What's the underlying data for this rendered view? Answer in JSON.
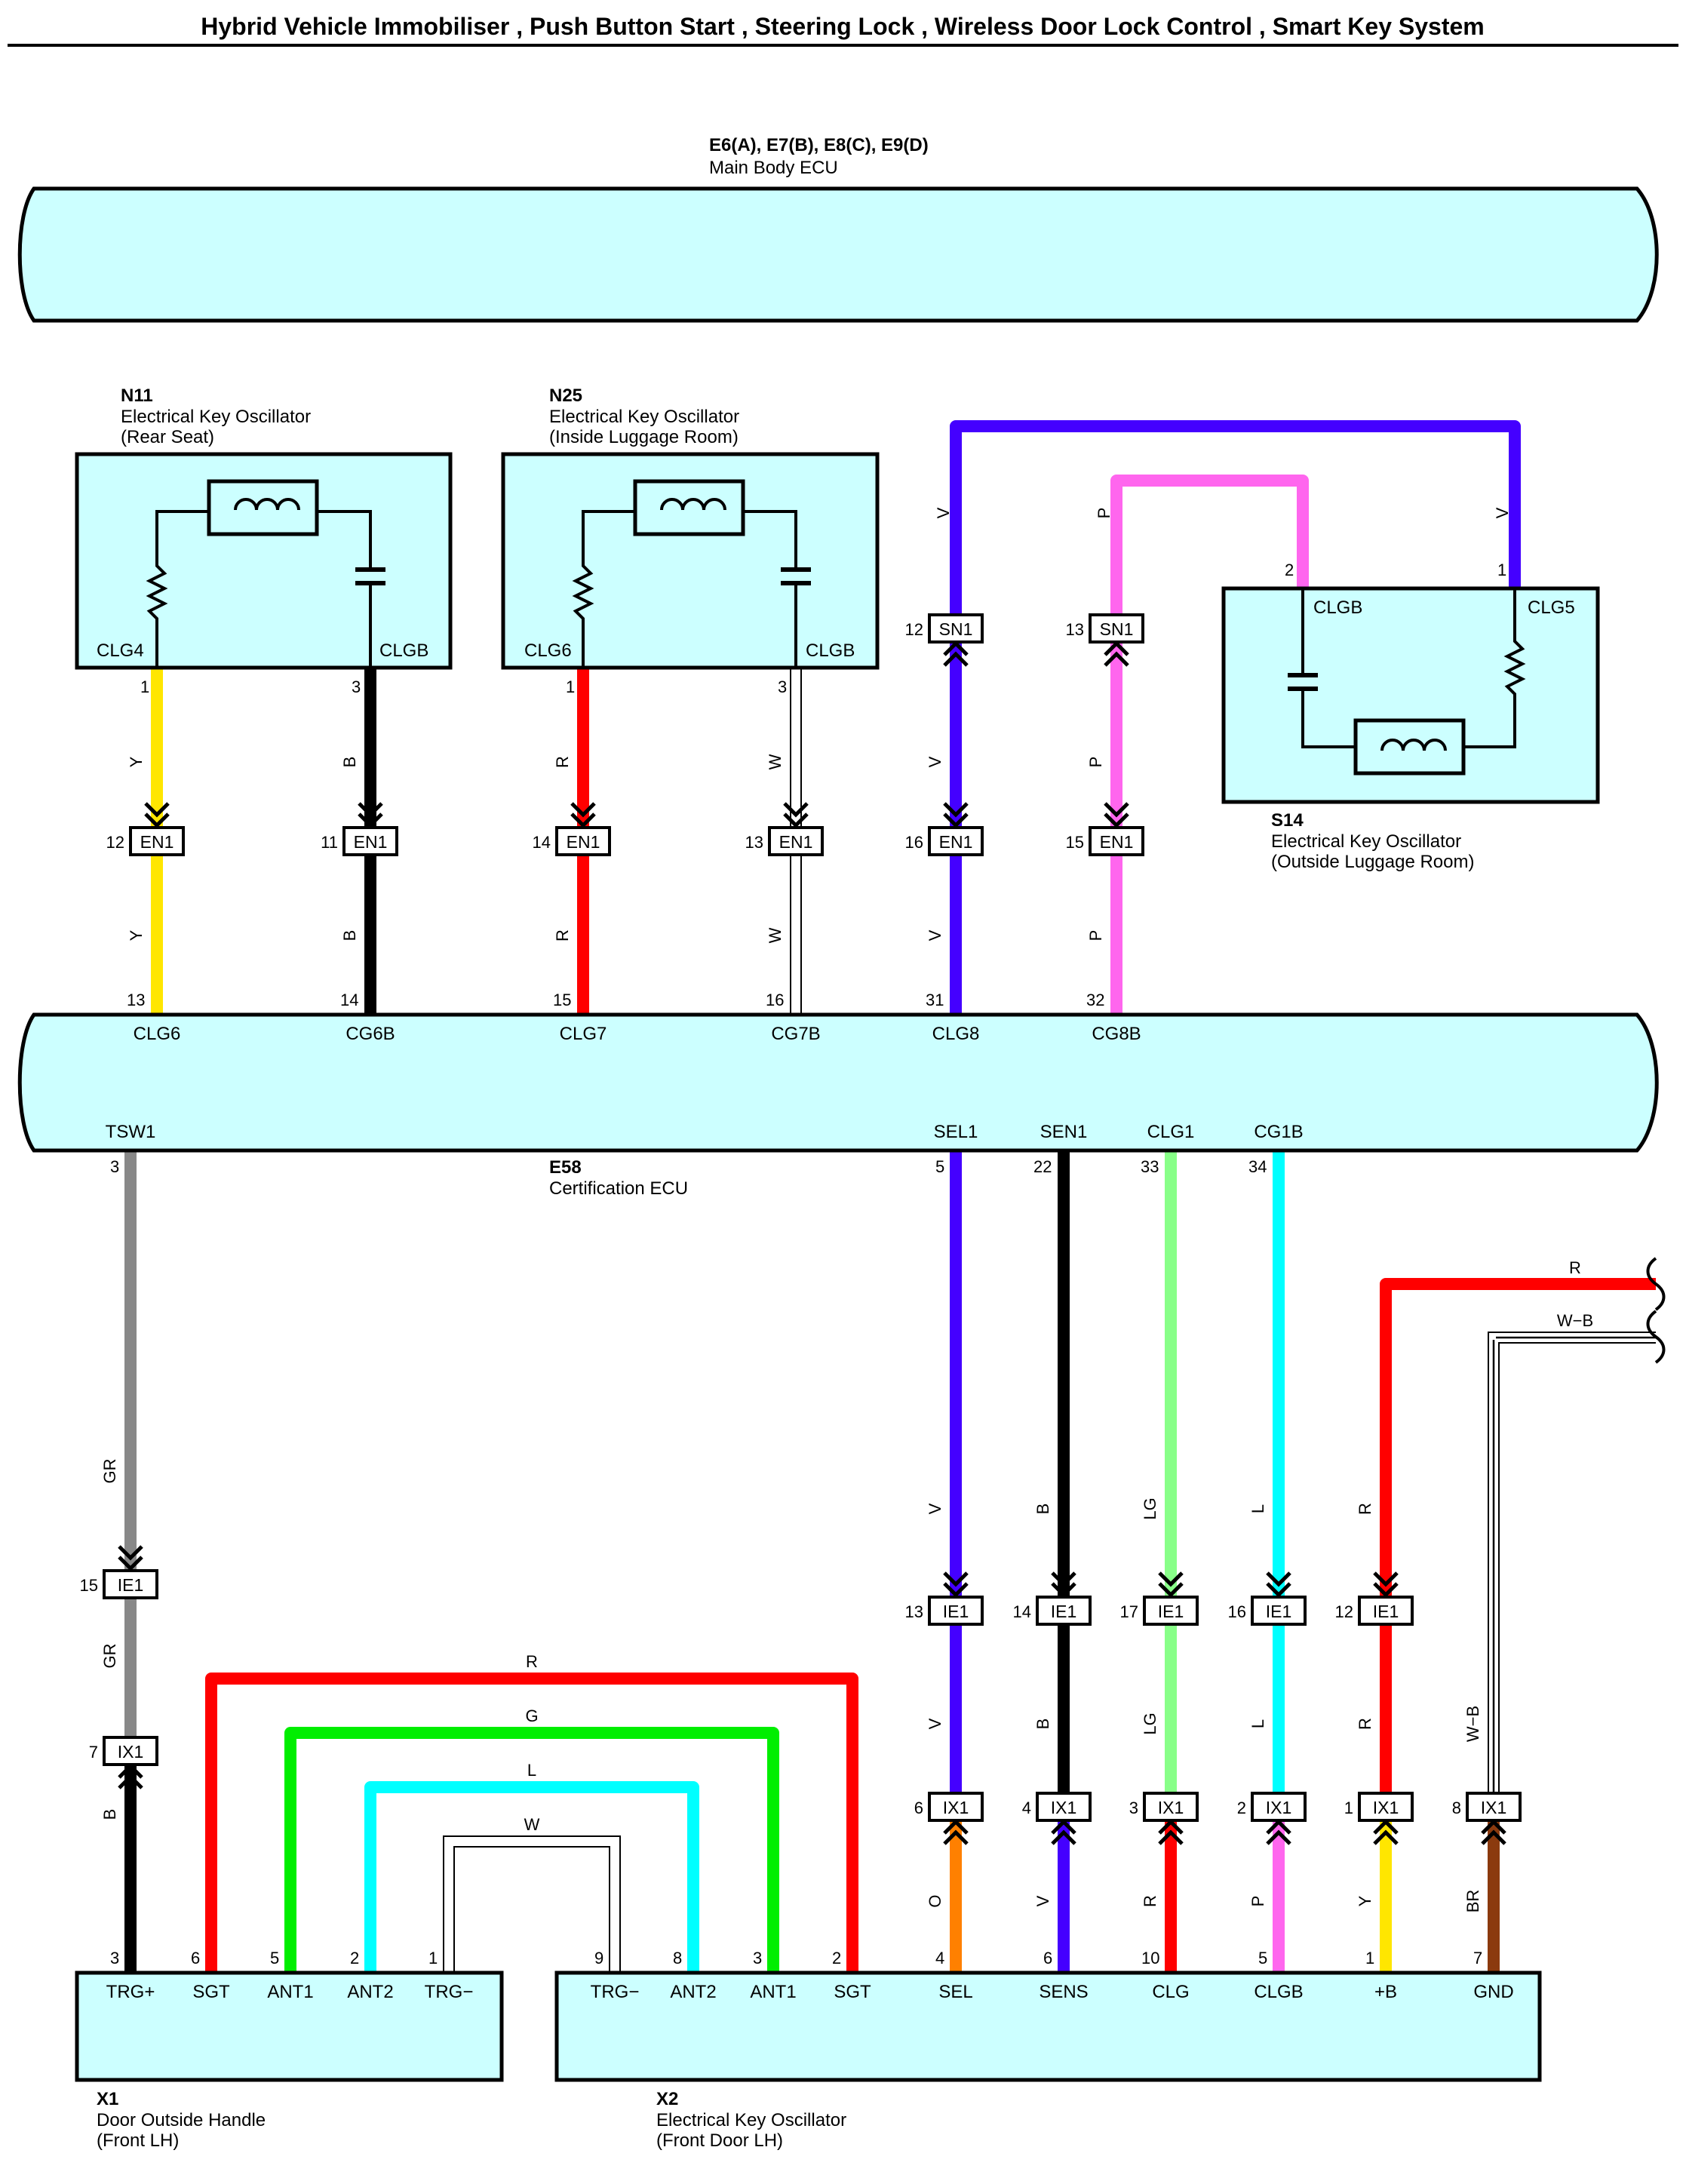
{
  "title": "Hybrid Vehicle Immobiliser , Push Button Start , Steering Lock , Wireless Door Lock Control , Smart Key System",
  "colors": {
    "Y": "#ffe600",
    "B": "#000000",
    "R": "#ff0000",
    "W": "#ffffff",
    "V": "#4400ff",
    "P": "#ff66ee",
    "GR": "#888888",
    "G": "#00ee00",
    "L": "#00ffff",
    "LG": "#88ff88",
    "O": "#ff8000",
    "BR": "#8b3a0e",
    "fill": "#ccffff"
  },
  "main_body_ecu": {
    "id": "E6(A), E7(B), E8(C), E9(D)",
    "name": "Main Body ECU"
  },
  "n11": {
    "id": "N11",
    "name": "Electrical Key Oscillator",
    "sub": "(Rear Seat)",
    "pin_left": "CLG4",
    "pin_right": "CLGB",
    "num_left": "1",
    "num_right": "3"
  },
  "n25": {
    "id": "N25",
    "name": "Electrical Key Oscillator",
    "sub": "(Inside Luggage Room)",
    "pin_left": "CLG6",
    "pin_right": "CLGB",
    "num_left": "1",
    "num_right": "3"
  },
  "s14": {
    "id": "S14",
    "name": "Electrical Key Oscillator",
    "sub": "(Outside Luggage Room)",
    "pin_left": "CLGB",
    "pin_right": "CLG5",
    "num_left": "2",
    "num_right": "1"
  },
  "cert_ecu": {
    "id": "E58",
    "name": "Certification ECU",
    "top_pins": [
      {
        "label": "CLG6",
        "num": "13"
      },
      {
        "label": "CG6B",
        "num": "14"
      },
      {
        "label": "CLG7",
        "num": "15"
      },
      {
        "label": "CG7B",
        "num": "16"
      },
      {
        "label": "CLG8",
        "num": "31"
      },
      {
        "label": "CG8B",
        "num": "32"
      }
    ],
    "bottom_pins": [
      {
        "label": "TSW1",
        "num": "3"
      },
      {
        "label": "SEL1",
        "num": "5"
      },
      {
        "label": "SEN1",
        "num": "22"
      },
      {
        "label": "CLG1",
        "num": "33"
      },
      {
        "label": "CG1B",
        "num": "34"
      }
    ]
  },
  "upper_wires": [
    {
      "upper": "Y",
      "lower": "Y",
      "conn": "EN1",
      "conn_pin": "12"
    },
    {
      "upper": "B",
      "lower": "B",
      "conn": "EN1",
      "conn_pin": "11"
    },
    {
      "upper": "R",
      "lower": "R",
      "conn": "EN1",
      "conn_pin": "14"
    },
    {
      "upper": "W",
      "lower": "W",
      "conn": "EN1",
      "conn_pin": "13"
    },
    {
      "top": "V",
      "upper": "V",
      "lower": "V",
      "sn": "SN1",
      "sn_pin": "12",
      "conn": "EN1",
      "conn_pin": "16"
    },
    {
      "top": "P",
      "upper": "P",
      "lower": "P",
      "sn": "SN1",
      "sn_pin": "13",
      "conn": "EN1",
      "conn_pin": "15"
    }
  ],
  "s14_wire_labels": {
    "p": "P",
    "v": "V"
  },
  "tsw_wire": {
    "upper": "GR",
    "mid": "GR",
    "lower": "B",
    "ie": "IE1",
    "ie_pin": "15",
    "ix": "IX1",
    "ix_pin": "7"
  },
  "x1": {
    "id": "X1",
    "name": "Door Outside Handle",
    "sub": "(Front LH)",
    "pins": [
      {
        "label": "TRG+",
        "num": "3"
      },
      {
        "label": "SGT",
        "num": "6"
      },
      {
        "label": "ANT1",
        "num": "5"
      },
      {
        "label": "ANT2",
        "num": "2"
      },
      {
        "label": "TRG−",
        "num": "1"
      }
    ]
  },
  "x2": {
    "id": "X2",
    "name": "Electrical Key Oscillator",
    "sub": "(Front Door LH)",
    "pins": [
      {
        "label": "TRG−",
        "num": "9"
      },
      {
        "label": "ANT2",
        "num": "8"
      },
      {
        "label": "ANT1",
        "num": "3"
      },
      {
        "label": "SGT",
        "num": "2"
      },
      {
        "label": "SEL",
        "num": "4"
      },
      {
        "label": "SENS",
        "num": "6"
      },
      {
        "label": "CLG",
        "num": "10"
      },
      {
        "label": "CLGB",
        "num": "5"
      },
      {
        "label": "+B",
        "num": "1"
      },
      {
        "label": "GND",
        "num": "7"
      }
    ]
  },
  "loop_labels": {
    "r": "R",
    "g": "G",
    "l": "L",
    "w": "W"
  },
  "lower_wires": [
    {
      "upper": "V",
      "mid": "V",
      "lower": "O",
      "ie": "IE1",
      "ie_pin": "13",
      "ix": "IX1",
      "ix_pin": "6"
    },
    {
      "upper": "B",
      "mid": "B",
      "lower": "V",
      "ie": "IE1",
      "ie_pin": "14",
      "ix": "IX1",
      "ix_pin": "4"
    },
    {
      "upper": "LG",
      "mid": "LG",
      "lower": "R",
      "ie": "IE1",
      "ie_pin": "17",
      "ix": "IX1",
      "ix_pin": "3"
    },
    {
      "upper": "L",
      "mid": "L",
      "lower": "P",
      "ie": "IE1",
      "ie_pin": "16",
      "ix": "IX1",
      "ix_pin": "2"
    },
    {
      "upper": "R",
      "mid": "R",
      "lower": "Y",
      "ie": "IE1",
      "ie_pin": "12",
      "ix": "IX1",
      "ix_pin": "1"
    },
    {
      "mid": "W−B",
      "lower": "BR",
      "ix": "IX1",
      "ix_pin": "8"
    }
  ],
  "offpage": {
    "r": "R",
    "wb": "W−B"
  }
}
